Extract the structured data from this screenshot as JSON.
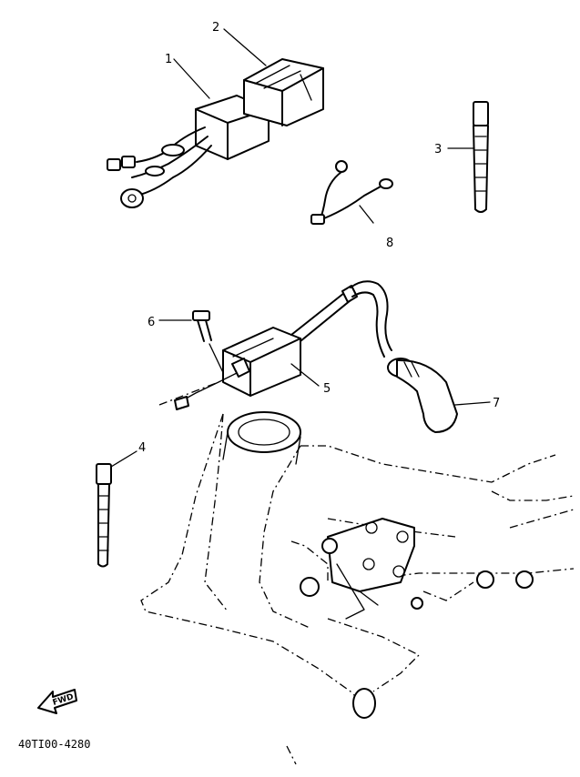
{
  "callouts": {
    "c1": "1",
    "c2": "2",
    "c3": "3",
    "c4": "4",
    "c5": "5",
    "c6": "6",
    "c7": "7",
    "c8": "8"
  },
  "direction_marker": "FWD",
  "drawing_code": "40TI00-4280"
}
